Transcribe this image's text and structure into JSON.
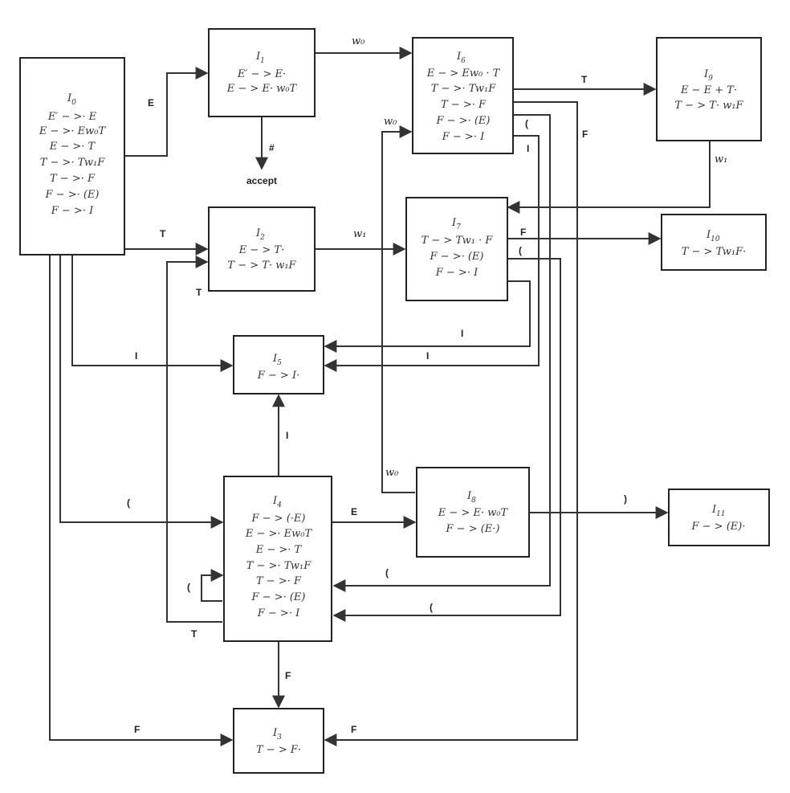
{
  "states": {
    "I0": {
      "title": "I",
      "sub": "0",
      "lines": [
        "E′ − >· E",
        "E − >· Ew₀T",
        "E − >· T",
        "T − >· Tw₁F",
        "T − >· F",
        "F − >· (E)",
        "F − >· I"
      ]
    },
    "I1": {
      "title": "I",
      "sub": "1",
      "lines": [
        "E′ − > E·",
        "E − > E· w₀T"
      ]
    },
    "I2": {
      "title": "I",
      "sub": "2",
      "lines": [
        "E − > T·",
        "T − > T· w₁F"
      ]
    },
    "I3": {
      "title": "I",
      "sub": "3",
      "lines": [
        "T − > F·"
      ]
    },
    "I4": {
      "title": "I",
      "sub": "4",
      "lines": [
        "F − > (·E)",
        "E − >· Ew₀T",
        "E − >· T",
        "T − >· Tw₁F",
        "T − >· F",
        "F − >· (E)",
        "F − >· I"
      ]
    },
    "I5": {
      "title": "I",
      "sub": "5",
      "lines": [
        "F − > I·"
      ]
    },
    "I6": {
      "title": "I",
      "sub": "6",
      "lines": [
        "E − > Ew₀ · T",
        "T − >· Tw₁F",
        "T − >· F",
        "F − >· (E)",
        "F − >· I"
      ]
    },
    "I7": {
      "title": "I",
      "sub": "7",
      "lines": [
        "T − > Tw₁ · F",
        "F − >· (E)",
        "F − >· I"
      ]
    },
    "I8": {
      "title": "I",
      "sub": "8",
      "lines": [
        "E − > E· w₀T",
        "F − > (E·)"
      ]
    },
    "I9": {
      "title": "I",
      "sub": "9",
      "lines": [
        "E − E + T·",
        "T − > T· w₁F"
      ]
    },
    "I10": {
      "title": "I",
      "sub": "10",
      "lines": [
        "T − > Tw₁F·"
      ]
    },
    "I11": {
      "title": "I",
      "sub": "11",
      "lines": [
        "F − > (E)·"
      ]
    }
  },
  "edge_labels": {
    "e_I0_I1": "E",
    "e_I0_I2": "T",
    "e_I0_I2_lower": "T",
    "e_I0_I5": "I",
    "e_I0_I4": "(",
    "e_I0_I3": "F",
    "e_I1_I6": "w₀",
    "e_I1_accept": "#",
    "accept": "accept",
    "e_I2_I7": "w₁",
    "e_I6_I9": "T",
    "e_I6_I3": "F",
    "e_I6_I4": "(",
    "e_I6_I5": "I",
    "e_I9_I7": "w₁",
    "e_I7_I10": "F",
    "e_I7_I4": "(",
    "e_I7_I5": "I",
    "e_I6_I5_b": "I",
    "e_I4_I5": "I",
    "e_I8_I6": "w₀",
    "e_I8_I6_top": "w₀",
    "e_I4_I8": "E",
    "e_I8_I11": ")",
    "e_I4_self": "(",
    "e_I4_I2": "T",
    "e_I4_I3": "F",
    "e_I6_I4_b": "(",
    "e_I7_I4_b": "(",
    "e_I6_I3_b": "F"
  }
}
